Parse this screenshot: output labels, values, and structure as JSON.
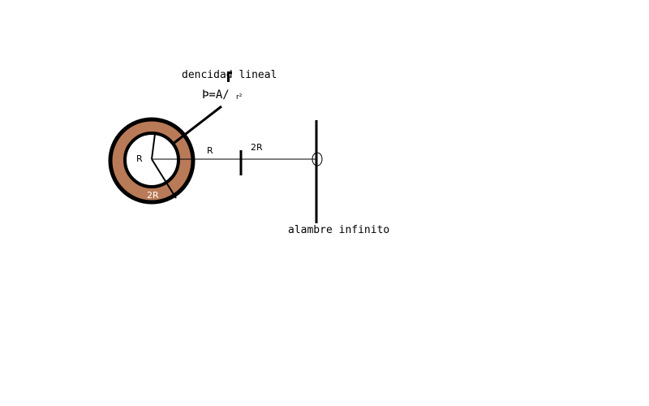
{
  "labels": {
    "density_title": "dencidad lineal",
    "density_formula": "Þ=A/",
    "density_formula_r": "r²",
    "inner_radius": "R",
    "gap_distance": "R",
    "wire_distance": "2R",
    "outer_radius": "2R",
    "wire": "alambre infinito"
  },
  "colors": {
    "ring_fill": "#b97a57",
    "stroke": "#000000"
  }
}
